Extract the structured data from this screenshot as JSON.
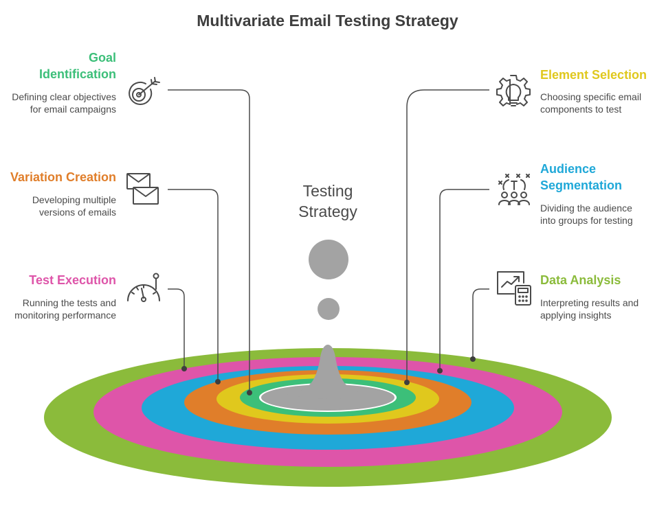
{
  "title": "Multivariate Email Testing Strategy",
  "center_label_line1": "Testing",
  "center_label_line2": "Strategy",
  "colors": {
    "gray": "#a3a3a3",
    "green_light": "#3cbf79",
    "yellow": "#e0c81d",
    "orange": "#e07e2a",
    "blue": "#1fa8d8",
    "pink": "#de55a9",
    "green": "#8bbb3b"
  },
  "steps": [
    {
      "id": "goal",
      "title_line1": "Goal",
      "title_line2": "Identification",
      "description_line1": "Defining clear objectives",
      "description_line2": "for email campaigns",
      "icon": "target-arrow-icon",
      "color": "#3cbf79"
    },
    {
      "id": "variation",
      "title_line1": "Variation Creation",
      "title_line2": "",
      "description_line1": "Developing multiple",
      "description_line2": "versions of emails",
      "icon": "envelopes-icon",
      "color": "#e07e2a"
    },
    {
      "id": "execution",
      "title_line1": "Test Execution",
      "title_line2": "",
      "description_line1": "Running the tests and",
      "description_line2": "monitoring performance",
      "icon": "speedometer-icon",
      "color": "#de55a9"
    },
    {
      "id": "element",
      "title_line1": "Element Selection",
      "title_line2": "",
      "description_line1": "Choosing specific email",
      "description_line2": "components to test",
      "icon": "gear-lightbulb-icon",
      "color": "#e0c81d"
    },
    {
      "id": "audience",
      "title_line1": "Audience",
      "title_line2": "Segmentation",
      "description_line1": "Dividing the audience",
      "description_line2": "into groups for testing",
      "icon": "group-people-icon",
      "color": "#1fa8d8"
    },
    {
      "id": "analysis",
      "title_line1": "Data Analysis",
      "title_line2": "",
      "description_line1": "Interpreting results and",
      "description_line2": "applying insights",
      "icon": "chart-calculator-icon",
      "color": "#8bbb3b"
    }
  ]
}
